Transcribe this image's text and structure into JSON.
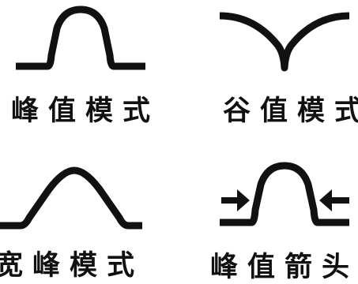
{
  "modes": [
    {
      "icon": "peak-mode-icon",
      "label": "峰值模式"
    },
    {
      "icon": "valley-mode-icon",
      "label": "谷值模式"
    },
    {
      "icon": "wide-peak-mode-icon",
      "label": "宽峰模式"
    },
    {
      "icon": "peak-arrow-mode-icon",
      "label": "峰值箭头"
    }
  ]
}
